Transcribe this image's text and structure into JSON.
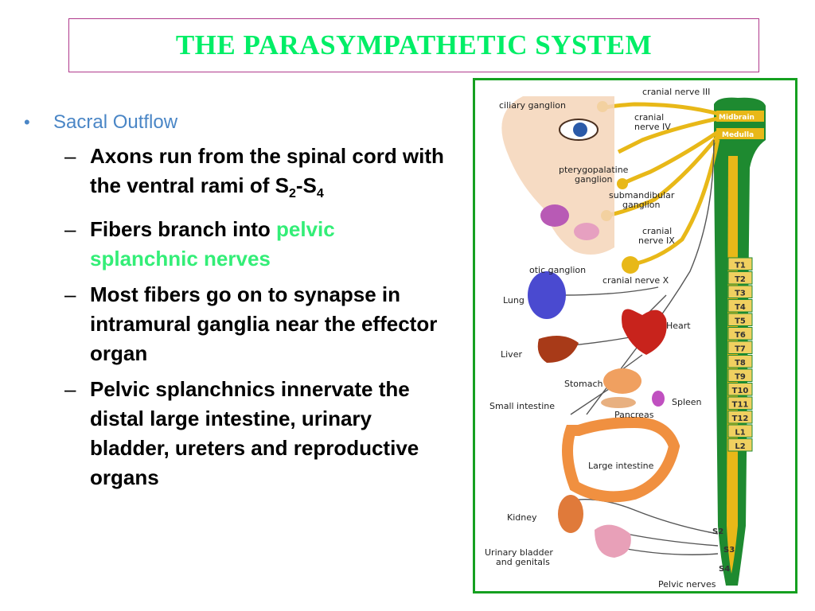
{
  "slide": {
    "title": "THE PARASYMPATHETIC SYSTEM",
    "bullet_main": "Sacral Outflow",
    "sub_bullets": {
      "b1_text": "Axons run from the spinal cord with the ventral rami of S",
      "b1_sub1": "2",
      "b1_mid": "-S",
      "b1_sub2": "4",
      "b2_text": "Fibers branch into ",
      "b2_highlight": "pelvic splanchnic nerves",
      "b3_text": "Most fibers go on to synapse in intramural ganglia near the effector organ",
      "b4_text": "Pelvic splanchnics innervate the distal large intestine, urinary bladder, ureters and reproductive organs"
    },
    "bullet_symbol": "•",
    "dash_symbol": "–"
  },
  "figure": {
    "labels": {
      "ciliary": "ciliary ganglion",
      "cn3": "cranial nerve III",
      "cn4a": "cranial",
      "cn4b": "nerve IV",
      "midbrain": "Midbrain",
      "medulla": "Medulla",
      "ptery1": "pterygopalatine",
      "ptery2": "ganglion",
      "submand1": "submandibular",
      "submand2": "ganglion",
      "cn9a": "cranial",
      "cn9b": "nerve IX",
      "otic": "otic ganglion",
      "cn10": "cranial nerve X",
      "lung": "Lung",
      "heart": "Heart",
      "liver": "Liver",
      "stomach": "Stomach",
      "small_int": "Small intestine",
      "spleen": "Spleen",
      "pancreas": "Pancreas",
      "large_int": "Large intestine",
      "kidney": "Kidney",
      "bladder1": "Urinary bladder",
      "bladder2": "and genitals",
      "s2": "S2",
      "s3": "S3",
      "s4": "S4",
      "pelvic": "Pelvic nerves"
    },
    "segments": [
      "T1",
      "T2",
      "T3",
      "T4",
      "T5",
      "T6",
      "T7",
      "T8",
      "T9",
      "T10",
      "T11",
      "T12",
      "L1",
      "L2"
    ],
    "colors": {
      "nerve": "#e8b818",
      "spine_green": "#1e8a30",
      "border": "#15a020",
      "title": "#00ee66",
      "accent_blue": "#4a86c6",
      "highlight_green": "#33ee77"
    }
  }
}
